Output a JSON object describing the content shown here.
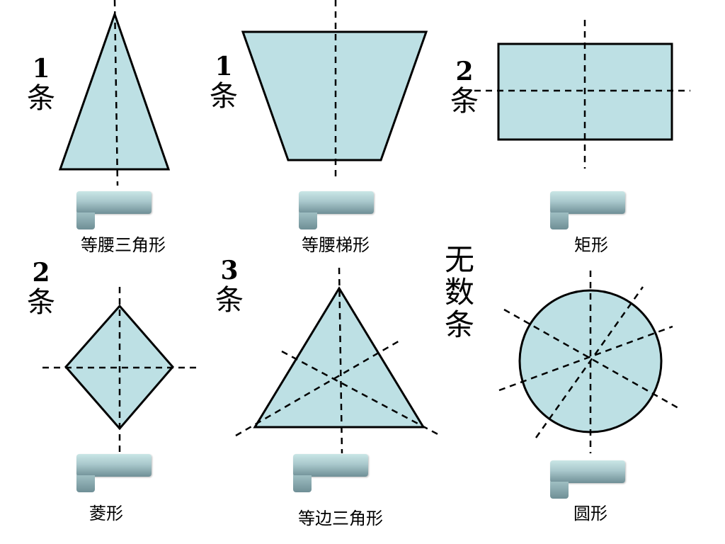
{
  "shapes": {
    "isosceles_triangle": {
      "name": "等腰三角形",
      "count_num": "1",
      "count_unit": "条"
    },
    "isosceles_trapezoid": {
      "name": "等腰梯形",
      "count_num": "1",
      "count_unit": "条"
    },
    "rectangle": {
      "name": "矩形",
      "count_num": "2",
      "count_unit": "条"
    },
    "rhombus": {
      "name": "菱形",
      "count_num": "2",
      "count_unit": "条"
    },
    "equilateral_triangle": {
      "name": "等边三角形",
      "count_num": "3",
      "count_unit": "条"
    },
    "circle": {
      "name": "圆形",
      "count_chars": [
        "无",
        "数",
        "条"
      ]
    }
  },
  "colors": {
    "fill": "#bde0e4",
    "stroke": "#000000"
  }
}
